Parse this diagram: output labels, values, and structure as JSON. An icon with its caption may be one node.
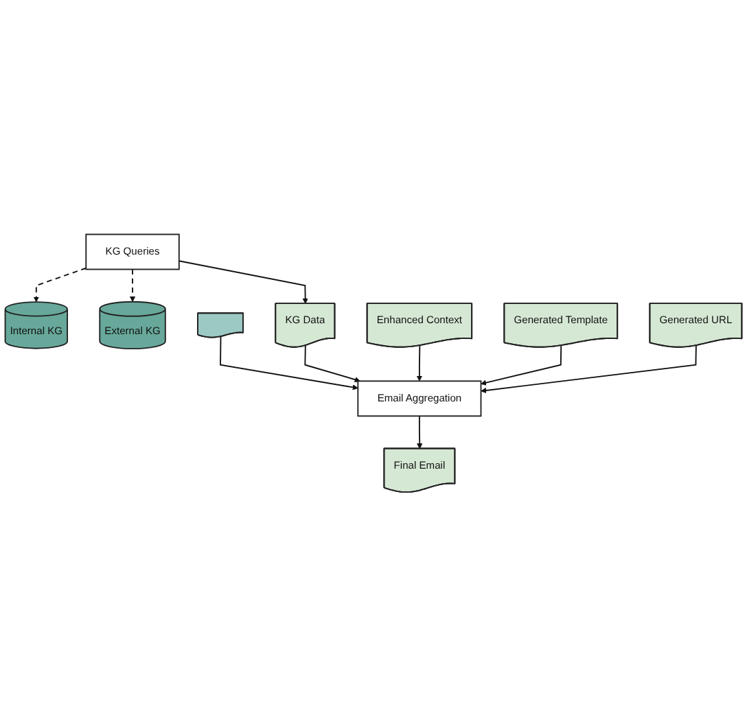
{
  "diagram": {
    "nodes": [
      {
        "text": [
          "KG Queries"
        ]
      },
      {
        "text": [
          "Internal KG"
        ]
      },
      {
        "text": [
          "External KG"
        ]
      },
      {
        "text": [],
        "shape": "document"
      },
      {
        "text": [
          "KG Data"
        ]
      },
      {
        "text": [
          "Email Aggregation"
        ]
      },
      {
        "text": [
          "Enhanced Context"
        ]
      },
      {
        "text": [
          "Generated Template"
        ]
      },
      {
        "text": [
          "Generated URL"
        ]
      },
      {
        "text": [
          "Final Email"
        ]
      }
    ],
    "edges": [
      {
        "from": 0,
        "to": 1,
        "arrow": "to",
        "style": "dashed"
      },
      {
        "from": 0,
        "to": 2,
        "arrow": "to",
        "style": "dashed"
      },
      {
        "from": 0,
        "to": 4,
        "arrow": "to"
      },
      {
        "from": 3,
        "to": 5,
        "arrow": "to"
      },
      {
        "from": 4,
        "to": 5,
        "arrow": "to"
      },
      {
        "from": 6,
        "to": 5,
        "arrow": "to"
      },
      {
        "from": 7,
        "to": 5,
        "arrow": "to"
      },
      {
        "from": 8,
        "to": 5,
        "arrow": "to"
      },
      {
        "from": 5,
        "to": 9,
        "arrow": "to"
      }
    ]
  }
}
